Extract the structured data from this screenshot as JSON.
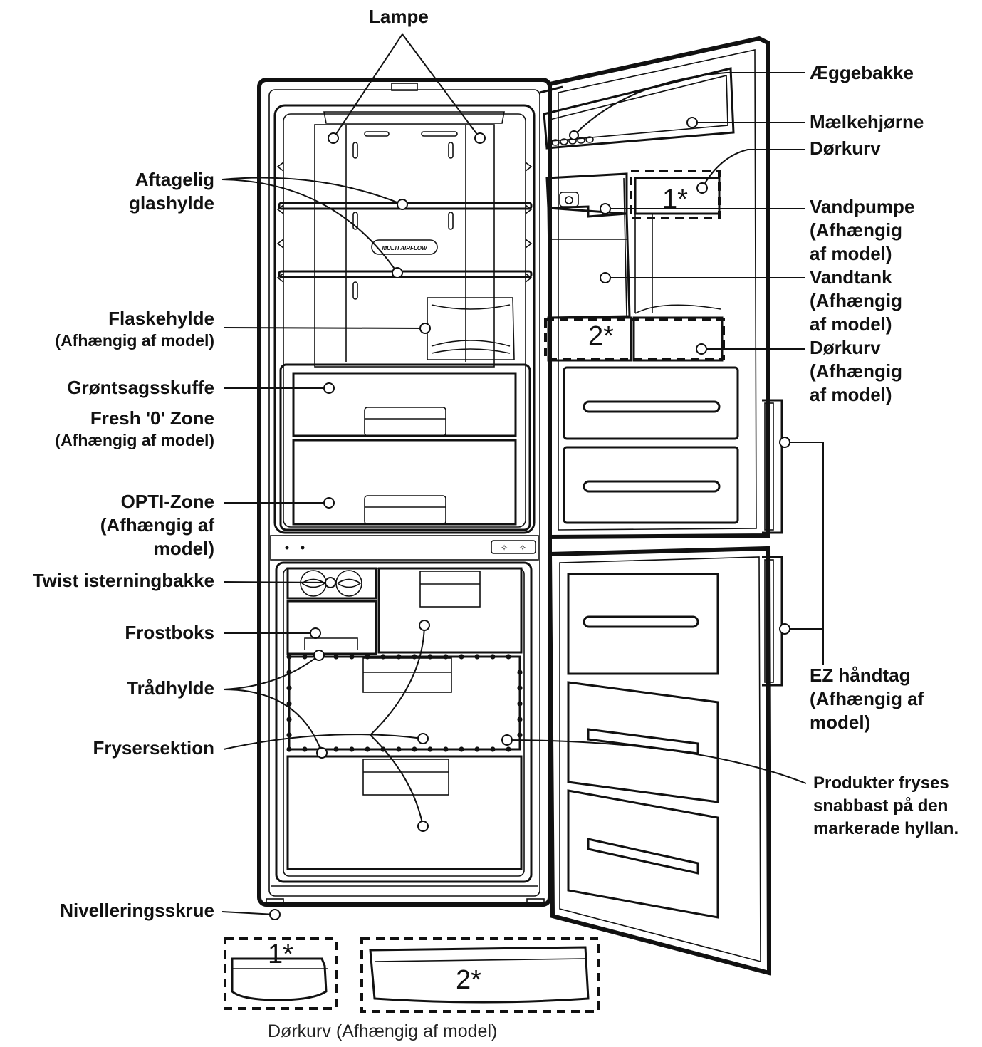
{
  "labels": {
    "lampe": "Lampe",
    "aftagelig_line1": "Aftagelig",
    "aftagelig_line2": "glashylde",
    "flaskehylde": "Flaskehylde",
    "flaskehylde_sub": "(Afhængig af model)",
    "gront": "Grøntsagsskuffe",
    "fresh": "Fresh '0' Zone",
    "fresh_sub": "(Afhængig af model)",
    "opti_line1": "OPTI-Zone",
    "opti_line2": "(Afhængig af",
    "opti_line3": "model)",
    "twist": "Twist isterningbakke",
    "frostboks": "Frostboks",
    "tradhylde": "Trådhylde",
    "frysersektion": "Frysersektion",
    "nivellering": "Nivelleringsskrue",
    "aeggebakke": "Æggebakke",
    "maelk": "Mælkehjørne",
    "dorkurv1": "Dørkurv",
    "vandpumpe_line1": "Vandpumpe",
    "vandpumpe_line2": "(Afhængig",
    "vandpumpe_line3": "af model)",
    "vandtank_line1": "Vandtank",
    "vandtank_line2": "(Afhængig",
    "vandtank_line3": "af model)",
    "dorkurv2_line1": "Dørkurv",
    "dorkurv2_line2": "(Afhængig",
    "dorkurv2_line3": "af model)",
    "ez_line1": "EZ håndtag",
    "ez_line2": "(Afhængig af",
    "ez_line3": "model)",
    "produkter_line1": "Produkter fryses",
    "produkter_line2": "snabbast på den",
    "produkter_line3": "markerade hyllan."
  },
  "markers": {
    "one": "1*",
    "two": "2*"
  },
  "shelf_badge": "MULTI AIRFLOW",
  "caption": "Dørkurv (Afhængig af model)"
}
